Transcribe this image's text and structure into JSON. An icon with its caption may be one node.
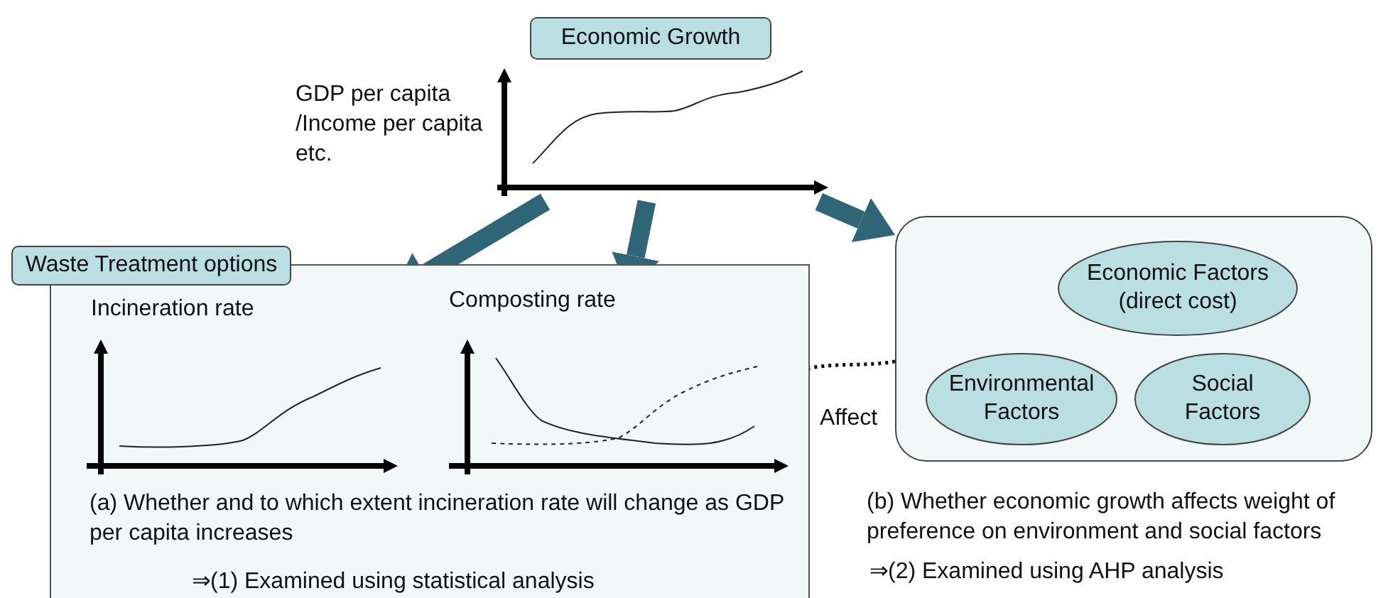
{
  "diagram": {
    "nodes": [
      {
        "text": [
          "Economic Growth"
        ]
      },
      {
        "text": [],
        "shape": "chart",
        "beside": [
          "GDP per capita /Income per capita etc."
        ]
      },
      {
        "text": [
          "Waste Treatment options"
        ]
      },
      {
        "text": [
          "(a) Whether and to which extent incineration rate will change as GDP per capita increases",
          "⇒(1) Examined using statistical analysis"
        ]
      },
      {
        "text": [
          "Incineration rate"
        ],
        "in": 3
      },
      {
        "text": [
          "Composting rate"
        ],
        "in": 3
      },
      {
        "text": [],
        "shape": "box",
        "beside": [
          "(b) Whether economic growth affects weight of preference on environment and social factors",
          "⇒(2) Examined using AHP analysis"
        ]
      },
      {
        "text": [
          "Economic Factors (direct cost)"
        ],
        "in": 6
      },
      {
        "text": [
          "Environmental Factors"
        ],
        "in": 6
      },
      {
        "text": [
          "Social Factors"
        ],
        "in": 6
      }
    ],
    "edges": [
      {
        "from": 1,
        "to": 4,
        "arrow": "to"
      },
      {
        "from": 1,
        "to": 5,
        "arrow": "to"
      },
      {
        "from": 1,
        "to": 6,
        "arrow": "to"
      },
      {
        "from": 6,
        "to": 5,
        "arrow": "to",
        "style": "dashed",
        "color": "#000000",
        "label": "Affect"
      }
    ]
  }
}
